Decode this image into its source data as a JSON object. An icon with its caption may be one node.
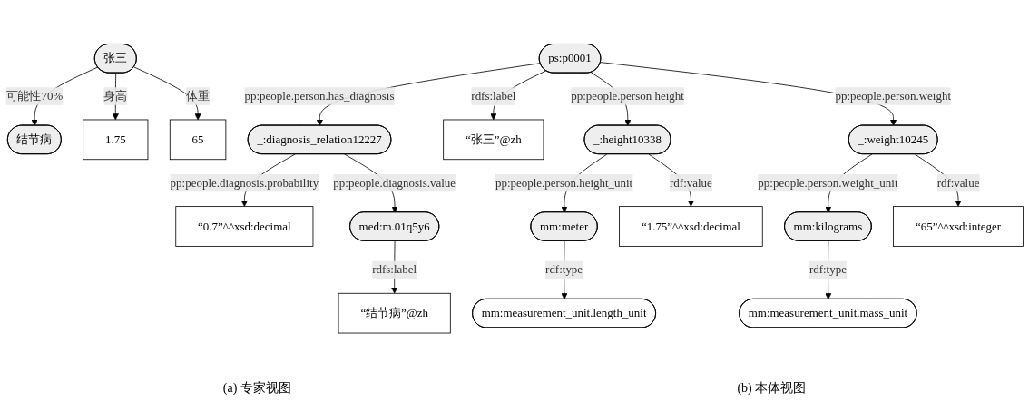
{
  "diagram": {
    "nodes": [
      {
        "text": [
          "结节病"
        ]
      },
      {
        "text": [
          "张三"
        ]
      },
      {
        "text": [
          "1.75"
        ]
      },
      {
        "text": [
          "65"
        ]
      },
      {
        "text": [
          "“0.7”^^xsd:decimal"
        ]
      },
      {
        "text": [
          "_:diagnosis_relation12227"
        ]
      },
      {
        "text": [
          "med:m.01q5y6"
        ]
      },
      {
        "text": [
          "“张三”@zh"
        ]
      },
      {
        "text": [
          "ps:p0001"
        ]
      },
      {
        "text": [
          "“结节病”@zh"
        ]
      },
      {
        "text": [
          "_:height10338"
        ]
      },
      {
        "text": [
          "mm:meter"
        ]
      },
      {
        "text": [
          "mm:kilograms"
        ]
      },
      {
        "text": [
          "_:weight10245"
        ]
      },
      {
        "text": [
          "“1.75”^^xsd:decimal"
        ]
      },
      {
        "text": [
          "mm:measurement_unit.length_unit"
        ]
      },
      {
        "text": [
          "mm:measurement_unit.mass_unit"
        ]
      },
      {
        "text": [
          "“65”^^xsd:integer"
        ]
      }
    ],
    "edges": [
      {
        "from": 1,
        "to": 0,
        "arrow": "to",
        "label": "可能性70%"
      },
      {
        "from": 1,
        "to": 2,
        "arrow": "to",
        "label": "身高"
      },
      {
        "from": 1,
        "to": 3,
        "arrow": "to",
        "label": "体重"
      },
      {
        "from": 5,
        "to": 4,
        "arrow": "to",
        "label": "pp:people.diagnosis.probability"
      },
      {
        "from": 5,
        "to": 6,
        "arrow": "to",
        "label": "pp:people.diagnosis.value"
      },
      {
        "from": 8,
        "to": 5,
        "arrow": "to",
        "label": "pp:people.person.has_diagnosis"
      },
      {
        "from": 6,
        "to": 9,
        "arrow": "to",
        "label": "rdfs:label"
      },
      {
        "from": 8,
        "to": 7,
        "arrow": "to",
        "label": "rdfs:label"
      },
      {
        "from": 8,
        "to": 10,
        "arrow": "to",
        "label": "pp:people.person height"
      },
      {
        "from": 8,
        "to": 13,
        "arrow": "to",
        "label": "pp:people.person.weight"
      },
      {
        "from": 10,
        "to": 11,
        "arrow": "to",
        "label": "pp:people.person.height_unit"
      },
      {
        "from": 13,
        "to": 12,
        "arrow": "to",
        "label": "pp:people.person.weight_unit"
      },
      {
        "from": 10,
        "to": 14,
        "arrow": "to",
        "label": "rdf:value"
      },
      {
        "from": 11,
        "to": 15,
        "arrow": "to",
        "label": "rdf:type"
      },
      {
        "from": 12,
        "to": 16,
        "arrow": "to",
        "label": "rdf:type"
      },
      {
        "from": 13,
        "to": 17,
        "arrow": "to",
        "label": "rdf:value"
      }
    ],
    "labels": [
      "(a) 专家视图",
      "(b) 本体视图"
    ]
  }
}
